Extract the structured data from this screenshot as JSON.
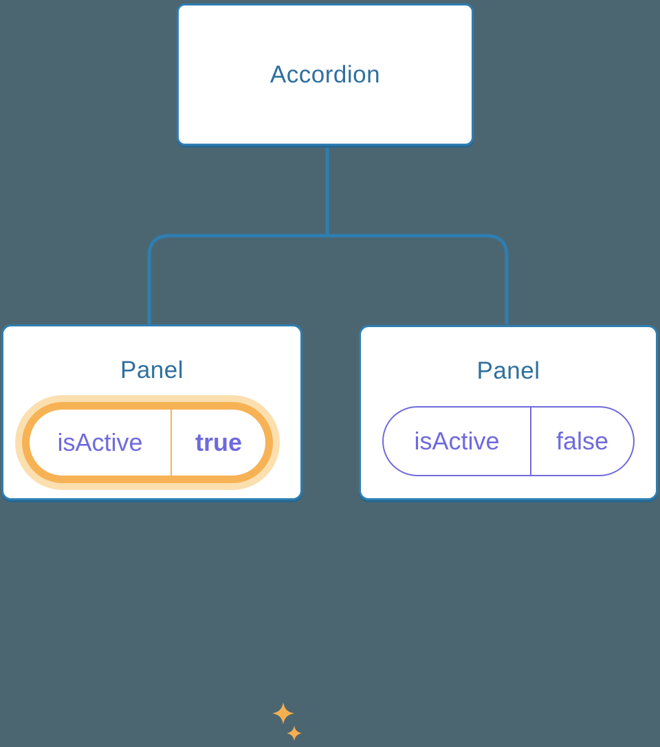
{
  "diagram": {
    "root": {
      "label": "Accordion"
    },
    "children": [
      {
        "label": "Panel",
        "highlighted": true,
        "state": {
          "key": "isActive",
          "value": "true"
        }
      },
      {
        "label": "Panel",
        "highlighted": false,
        "state": {
          "key": "isActive",
          "value": "false"
        }
      }
    ]
  },
  "colors": {
    "background": "#4C6671",
    "node_bg": "#FFFFFF",
    "line_blue": "#2E7EB2",
    "line_blue_dark": "#27678F",
    "heading_blue": "#2F6F9E",
    "purple": "#6F6ADB",
    "orange": "#F6B254",
    "orange_halo": "#FBDFAF",
    "sparkle_orange": "#F5AF4E"
  }
}
